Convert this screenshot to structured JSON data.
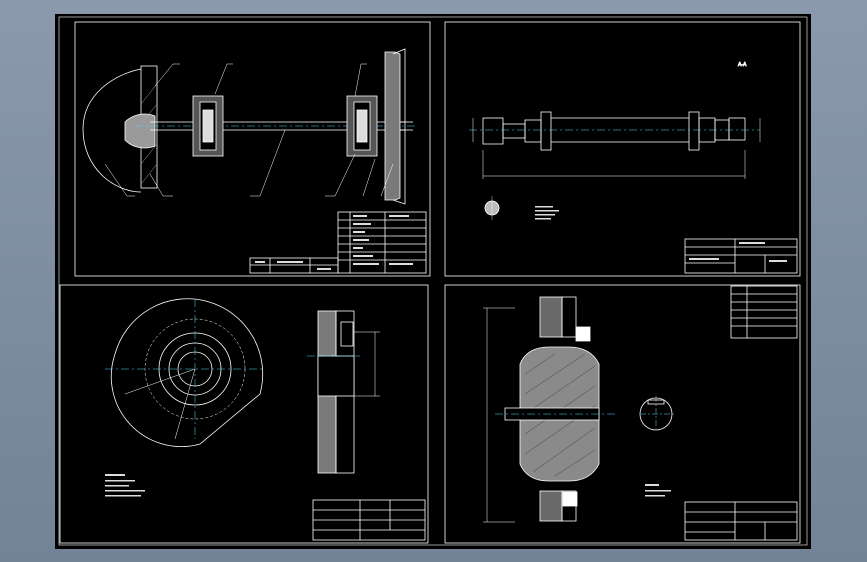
{
  "canvas": {
    "background": "#7d8da1",
    "paper": "#000000",
    "ink": "#ffffff",
    "accent": "#4fd8ff",
    "hatch": "#bdbdbd"
  },
  "panels": [
    {
      "id": "assembly",
      "title_block": {
        "rows": 7,
        "text": [
          "",
          "",
          "",
          "",
          "",
          ""
        ]
      }
    },
    {
      "id": "shaft",
      "view_label": "A-A"
    },
    {
      "id": "cam-disk",
      "notes_title": "",
      "notes": [
        "",
        "",
        "",
        ""
      ]
    },
    {
      "id": "roller",
      "notes_title": "",
      "notes": [
        "",
        ""
      ]
    }
  ],
  "cad_icons": [
    "surface-finish-icon",
    "dimension-arrow-icon"
  ]
}
